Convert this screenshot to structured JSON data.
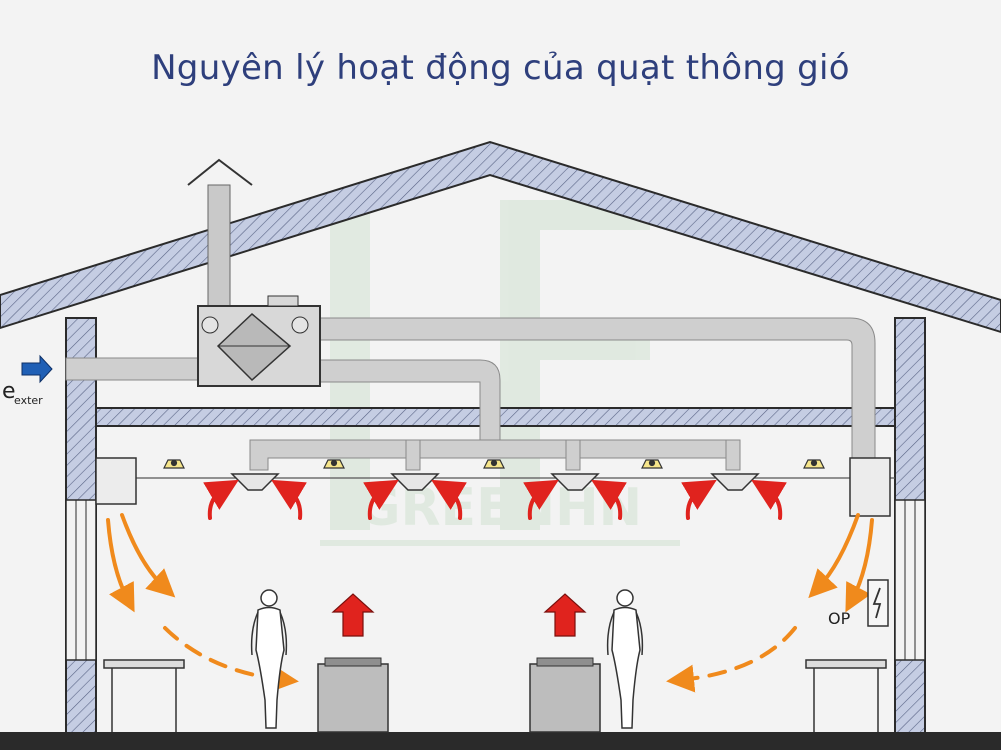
{
  "title": "Nguyên lý hoạt động của quạt thông gió",
  "labels": {
    "exterior_main": "e",
    "exterior_sub": "exter",
    "op": "OP"
  },
  "watermark": "GREENHN",
  "colors": {
    "title": "#2e3f7c",
    "wall_fill": "#c5cde3",
    "wall_stroke": "#2b2b2b",
    "duct": "#cfcfcf",
    "supply_arrow": "#e0231e",
    "return_arrow": "#f08a1c",
    "intake_arrow": "#1f5fb5",
    "watermark": "#8fc08f"
  },
  "icons": [
    "intake-arrow-icon",
    "electric-panel-icon",
    "ceiling-light-icon",
    "person-icon",
    "heat-source-icon"
  ]
}
